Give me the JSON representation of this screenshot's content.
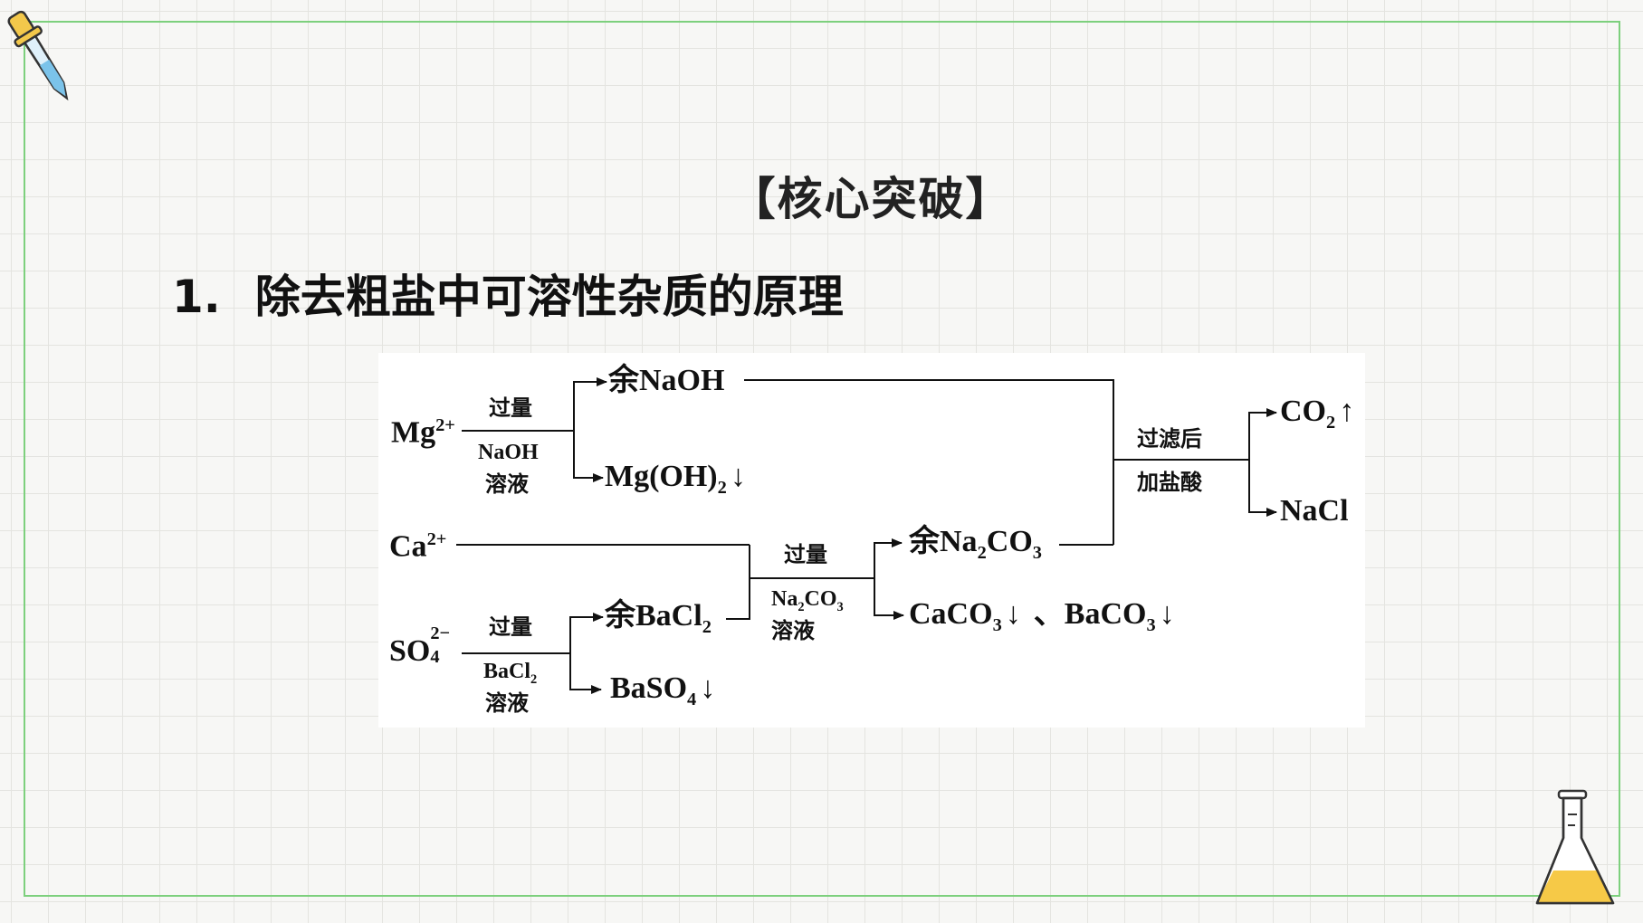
{
  "heading": "【核心突破】",
  "section": {
    "number": "1.",
    "title": "除去粗盐中可溶性杂质的原理"
  },
  "diagram": {
    "ions": {
      "mg": {
        "base": "Mg",
        "charge": "2+"
      },
      "ca": {
        "base": "Ca",
        "charge": "2+"
      },
      "so4": {
        "base": "SO",
        "sub": "4",
        "charge": "2−"
      }
    },
    "step1": {
      "top": "过量",
      "reagent": "NaOH",
      "bottom": "溶液"
    },
    "step2": {
      "top": "过量",
      "reagent_pre": "BaCl",
      "reagent_sub": "2",
      "bottom": "溶液"
    },
    "step3": {
      "top": "过量",
      "reagent_pre": "Na",
      "reagent_sub1": "2",
      "reagent_mid": "CO",
      "reagent_sub2": "3",
      "bottom": "溶液"
    },
    "step4": {
      "top": "过滤后",
      "bottom": "加盐酸"
    },
    "products": {
      "excess_naoh": "余NaOH",
      "mgoh2_pre": "Mg(OH)",
      "mgoh2_sub": "2",
      "excess_bacl2_pre": "余BaCl",
      "excess_bacl2_sub": "2",
      "baso4_pre": "BaSO",
      "baso4_sub": "4",
      "excess_na2co3_pre": "余Na",
      "excess_na2co3_sub1": "2",
      "excess_na2co3_mid": "CO",
      "excess_na2co3_sub2": "3",
      "caco3_pre": "CaCO",
      "caco3_sub": "3",
      "separator": "、",
      "baco3_pre": "BaCO",
      "baco3_sub": "3",
      "co2_pre": "CO",
      "co2_sub": "2",
      "nacl": "NaCl"
    },
    "symbols": {
      "precipitate": "↓",
      "gas": "↑"
    }
  }
}
